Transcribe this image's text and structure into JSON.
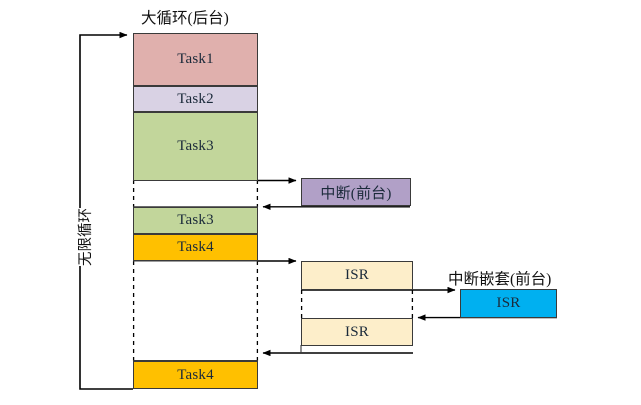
{
  "diagram": {
    "title_main_loop": "大循环(后台)",
    "label_infinite_loop": "无限循环",
    "label_nested_interrupt": "中断嵌套(前台)",
    "blocks": {
      "task1": {
        "label": "Task1",
        "color": "#e0b0ad"
      },
      "task2": {
        "label": "Task2",
        "color": "#d9d2e4"
      },
      "task3_first": {
        "label": "Task3",
        "color": "#c2d69b"
      },
      "task3_second": {
        "label": "Task3",
        "color": "#c2d69b"
      },
      "task4_first": {
        "label": "Task4",
        "color": "#ffc000"
      },
      "task4_second": {
        "label": "Task4",
        "color": "#ffc000"
      },
      "interrupt": {
        "label": "中断(前台)",
        "color": "#b1a0c7"
      },
      "isr_first": {
        "label": "ISR",
        "color": "#fdeeca"
      },
      "isr_second": {
        "label": "ISR",
        "color": "#fdeeca"
      },
      "isr_nested": {
        "label": "ISR",
        "color": "#00b0f0"
      }
    },
    "colors": {
      "stroke": "#3a3a3a",
      "arrow": "#000000",
      "dashed": "#000000",
      "background": "#ffffff"
    }
  }
}
